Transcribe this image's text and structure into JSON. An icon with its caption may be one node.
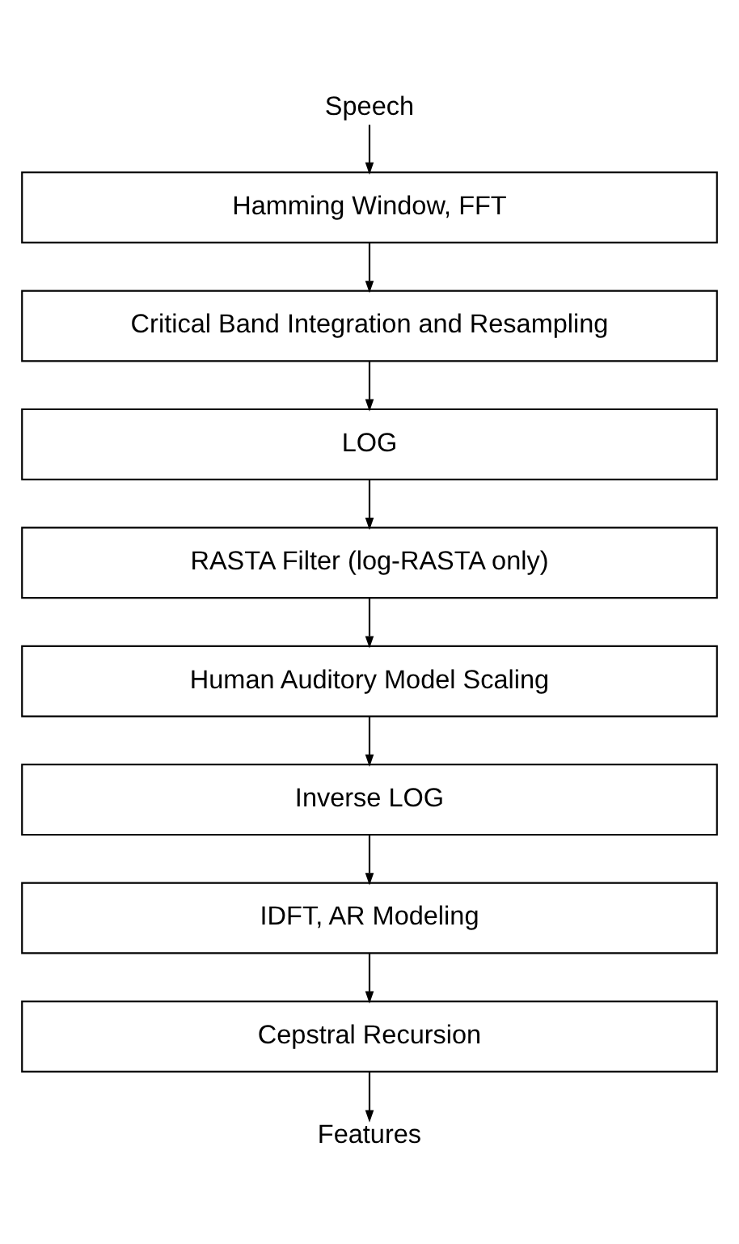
{
  "diagram": {
    "nodes": [
      {
        "text": [
          "Speech"
        ]
      },
      {
        "text": [
          "Hamming Window, FFT"
        ]
      },
      {
        "text": [
          "Critical Band Integration and Resampling"
        ]
      },
      {
        "text": [
          "LOG"
        ]
      },
      {
        "text": [
          "RASTA Filter (log-RASTA only)"
        ]
      },
      {
        "text": [
          "Human Auditory Model Scaling"
        ]
      },
      {
        "text": [
          "Inverse LOG"
        ]
      },
      {
        "text": [
          "IDFT, AR Modeling"
        ]
      },
      {
        "text": [
          "Cepstral Recursion"
        ]
      },
      {
        "text": [
          "Features"
        ]
      }
    ],
    "edges": [
      {
        "from": 0,
        "to": 1,
        "arrow": "to"
      },
      {
        "from": 1,
        "to": 2,
        "arrow": "to"
      },
      {
        "from": 2,
        "to": 3,
        "arrow": "to"
      },
      {
        "from": 3,
        "to": 4,
        "arrow": "to"
      },
      {
        "from": 4,
        "to": 5,
        "arrow": "to"
      },
      {
        "from": 5,
        "to": 6,
        "arrow": "to"
      },
      {
        "from": 6,
        "to": 7,
        "arrow": "to"
      },
      {
        "from": 7,
        "to": 8,
        "arrow": "to"
      },
      {
        "from": 8,
        "to": 9,
        "arrow": "to"
      }
    ]
  }
}
